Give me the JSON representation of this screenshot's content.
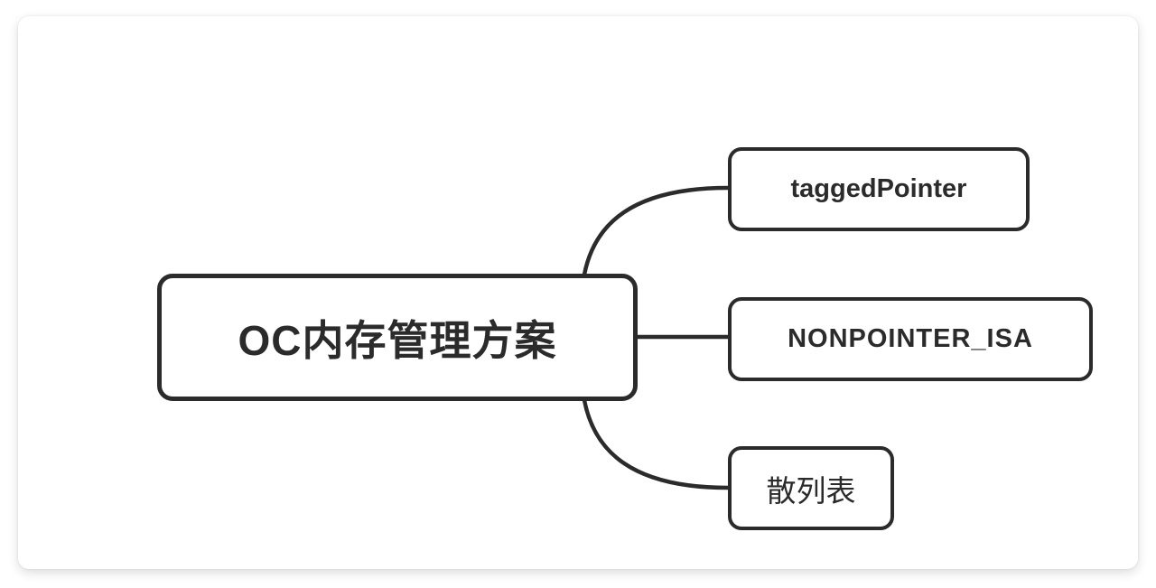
{
  "mindmap": {
    "root": {
      "label": "OC内存管理方案"
    },
    "children": [
      {
        "label": "taggedPointer"
      },
      {
        "label": "NONPOINTER_ISA"
      },
      {
        "label": "散列表"
      }
    ]
  },
  "colors": {
    "page_bg": "#ffffff",
    "card_bg": "#ffffff",
    "node_bg": "#ffffff",
    "stroke": "#2b2b2b",
    "text": "#2b2b2b"
  }
}
